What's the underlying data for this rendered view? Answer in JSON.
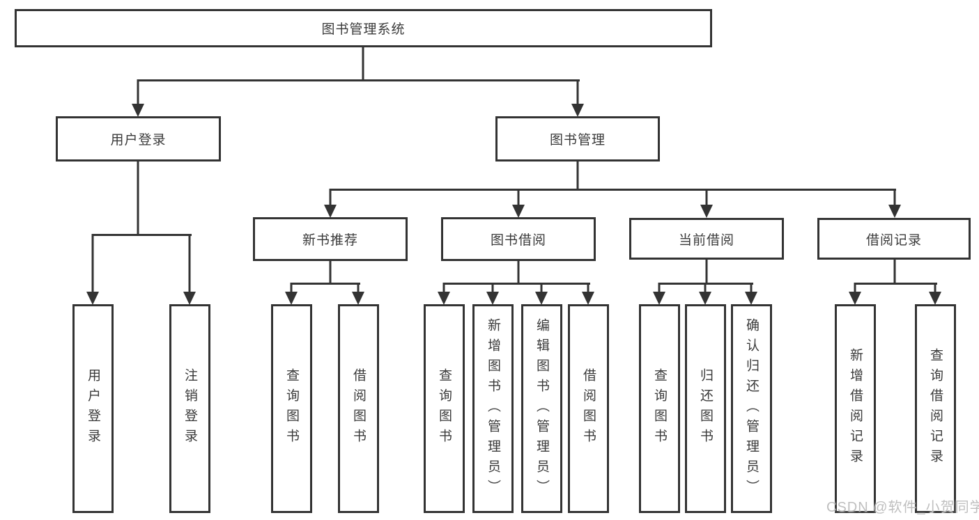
{
  "colors": {
    "line": "#333333",
    "text": "#3a3a3a",
    "watermark": "#bfbfbf",
    "background": "#ffffff"
  },
  "watermark": {
    "text": "CSDN @软件_小贺同学"
  },
  "nodes": {
    "root": {
      "label": "图书管理系统"
    },
    "userLogin": {
      "label": "用户登录"
    },
    "bookMgmt": {
      "label": "图书管理"
    },
    "newBookRec": {
      "label": "新书推荐"
    },
    "bookBorrow": {
      "label": "图书借阅"
    },
    "currentBorrow": {
      "label": "当前借阅"
    },
    "borrowRecords": {
      "label": "借阅记录"
    },
    "leafUserLogin": {
      "label": "用户登录"
    },
    "leafLogout": {
      "label": "注销登录"
    },
    "leafNbQuery": {
      "label": "查询图书"
    },
    "leafNbBorrow": {
      "label": "借阅图书"
    },
    "leafBbQuery": {
      "label": "查询图书"
    },
    "leafBbAdd": {
      "label": "新增图书（管理员）"
    },
    "leafBbEdit": {
      "label": "编辑图书（管理员）"
    },
    "leafBbBorrow": {
      "label": "借阅图书"
    },
    "leafCbQuery": {
      "label": "查询图书"
    },
    "leafCbReturn": {
      "label": "归还图书"
    },
    "leafCbConfirm": {
      "label": "确认归还（管理员）"
    },
    "leafBrAdd": {
      "label": "新增借阅记录"
    },
    "leafBrQuery": {
      "label": "查询借阅记录"
    }
  }
}
